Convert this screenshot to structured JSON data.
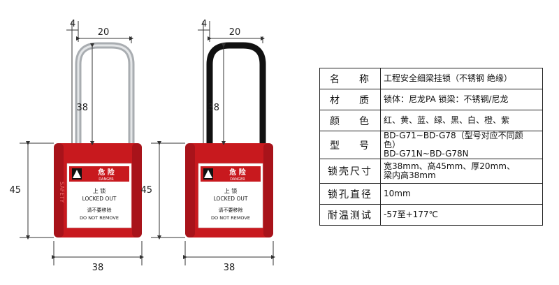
{
  "dimensions": {
    "shackle_wire": "4",
    "shackle_width": "20",
    "shackle_height": "38",
    "body_height": "45",
    "body_width": "38"
  },
  "label": {
    "title_cn": "危 险",
    "title_en": "DANGER",
    "line1_cn": "上 锁",
    "line1_en": "LOCKED OUT",
    "line2_cn": "请不要移除",
    "line2_en": "DO NOT REMOVE",
    "side_text": "SAFETY"
  },
  "colors": {
    "lock_body": "#c8191e",
    "steel_shackle": "#b8bcc0",
    "nylon_shackle": "#111111",
    "danger_header": "#c8191e"
  },
  "specs": [
    {
      "key_a": "名",
      "key_b": "称",
      "value": "工程安全细梁挂锁（不锈钢 绝缘）"
    },
    {
      "key_a": "材",
      "key_b": "质",
      "value": "锁体：尼龙PA  锁梁：不锈钢/尼龙"
    },
    {
      "key_a": "颜",
      "key_b": "色",
      "value": "红、黄、蓝、绿、黑、白、橙、紫"
    },
    {
      "key_a": "型",
      "key_b": "号",
      "value": "BD-G71~BD-G78（型号对应不同颜色）\nBD-G71N~BD-G78N"
    },
    {
      "key": "锁壳尺寸",
      "value": "宽38mm、高45mm、厚20mm、\n梁内高38mm"
    },
    {
      "key": "锁孔直径",
      "value": "10mm"
    },
    {
      "key": "耐温测试",
      "value": "-57至+177℃"
    }
  ]
}
